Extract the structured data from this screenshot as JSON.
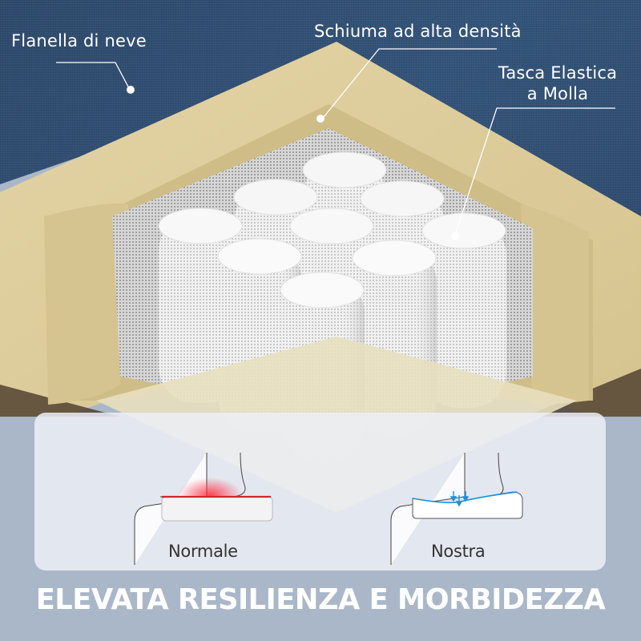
{
  "callouts": {
    "flannel": "Flanella di neve",
    "foam": "Schiuma ad alta densità",
    "pocket_line1": "Tasca Elastica",
    "pocket_line2": "a Molla"
  },
  "comparison": {
    "normal_label": "Normale",
    "ours_label": "Nostra",
    "pressure_color": "#e8303a",
    "relief_color": "#1a8fe0"
  },
  "headline": "ELEVATA RESILIENZA E MORBIDEZZA",
  "colors": {
    "fabric": "#2f4c70",
    "foam": "#d9c99a",
    "foam_shadow": "#c8b582",
    "background": "#aab7c8",
    "panel": "#eceff6"
  }
}
